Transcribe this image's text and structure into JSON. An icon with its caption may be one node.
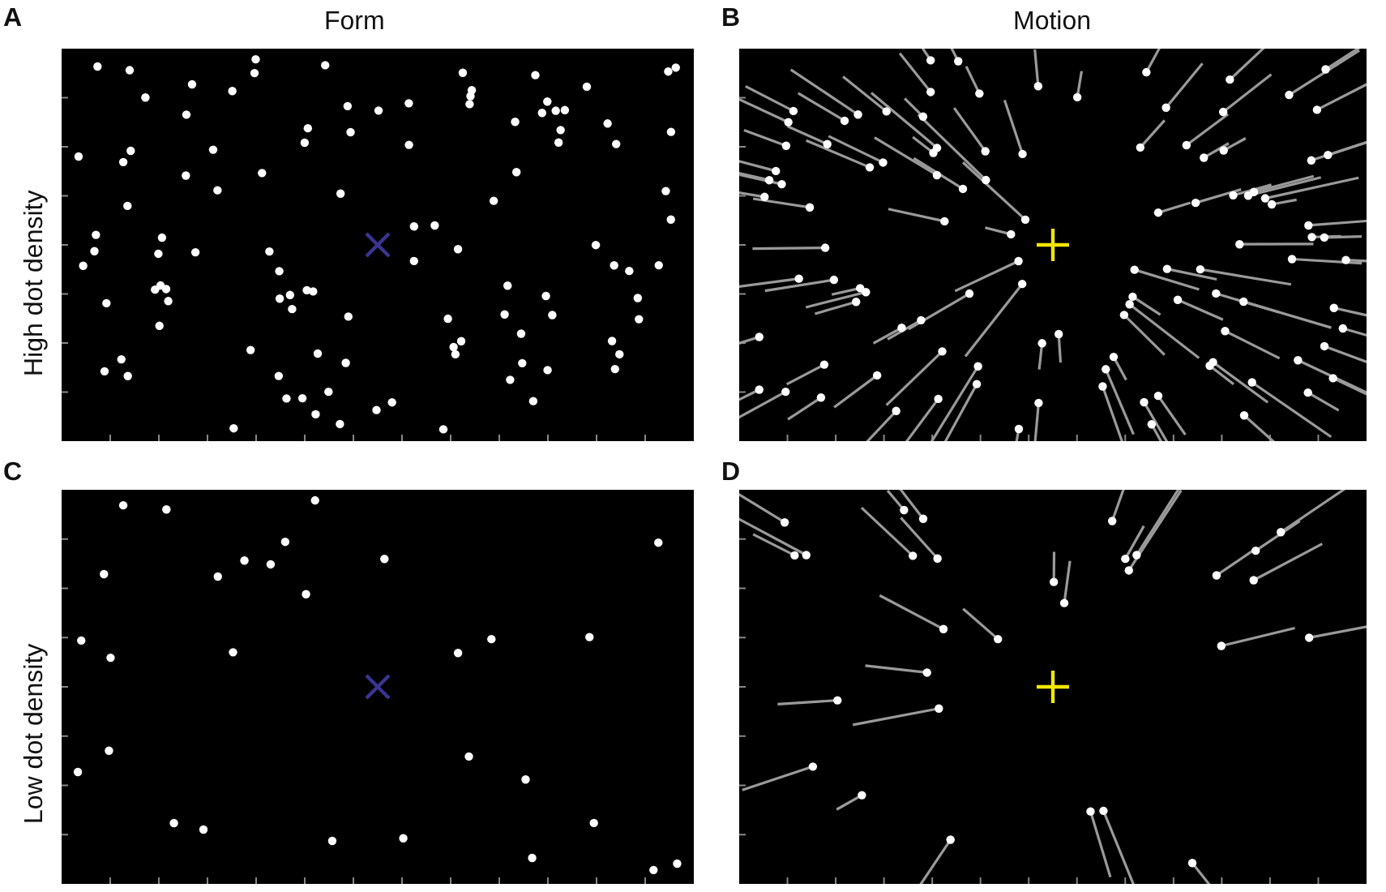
{
  "diagram": {
    "labels": [
      "A",
      "Form",
      "B",
      "Motion",
      "High dot density",
      "C",
      "D",
      "Low dot density"
    ]
  }
}
